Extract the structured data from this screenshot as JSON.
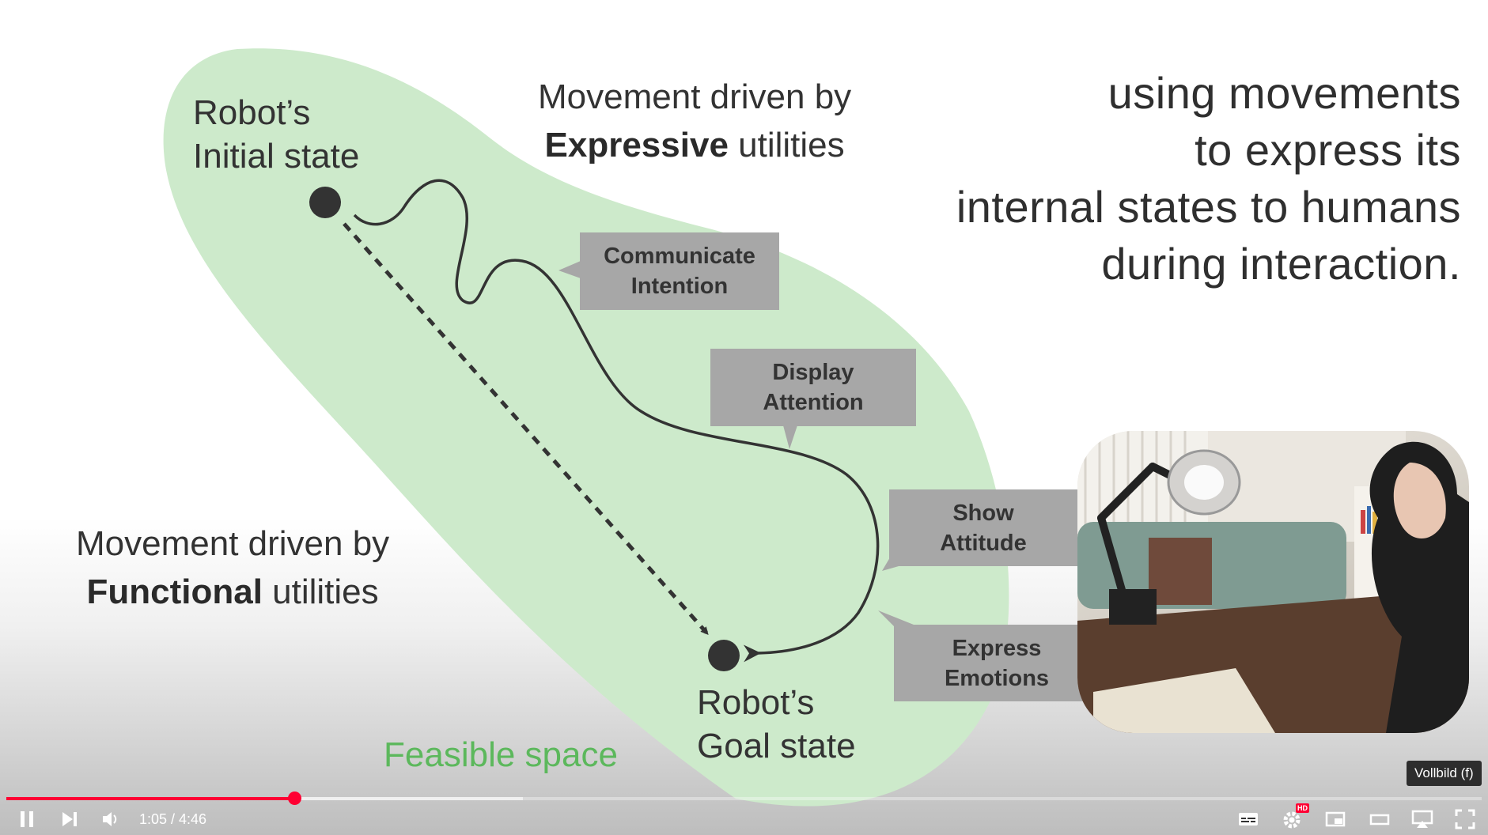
{
  "slide": {
    "initial_state": {
      "line1": "Robot’s",
      "line2": "Initial state"
    },
    "goal_state": {
      "line1": "Robot’s",
      "line2": "Goal state"
    },
    "expressive_heading": {
      "line1": "Movement driven by",
      "bold": "Expressive",
      "rest": " utilities"
    },
    "functional_heading": {
      "line1": "Movement driven by",
      "bold": "Functional",
      "rest": " utilities"
    },
    "feasible_label": "Feasible space",
    "tagline": [
      "using movements",
      "to express its",
      "internal states to humans",
      "during interaction."
    ],
    "callouts": [
      {
        "line1": "Communicate",
        "line2": "Intention"
      },
      {
        "line1": "Display",
        "line2": "Attention"
      },
      {
        "line1": "Show",
        "line2": "Attitude"
      },
      {
        "line1": "Express",
        "line2": "Emotions"
      }
    ],
    "colors": {
      "feasible_fill": "#cdeacb",
      "feasible_text": "#5cb85c",
      "callout_fill": "#a7a7a7",
      "path": "#333333"
    }
  },
  "player": {
    "time_current": "1:05",
    "time_total": "4:46",
    "time_text": "1:05 / 4:46",
    "progress": 0.195,
    "buffered": 0.35,
    "tooltip": "Vollbild (f)",
    "hd_badge": "HD",
    "controls": [
      "pause-icon",
      "next-icon",
      "volume-icon",
      "subtitles-icon",
      "settings-icon",
      "miniplayer-icon",
      "theater-icon",
      "airplay-icon",
      "fullscreen-icon"
    ],
    "accent": "#ff0033"
  }
}
